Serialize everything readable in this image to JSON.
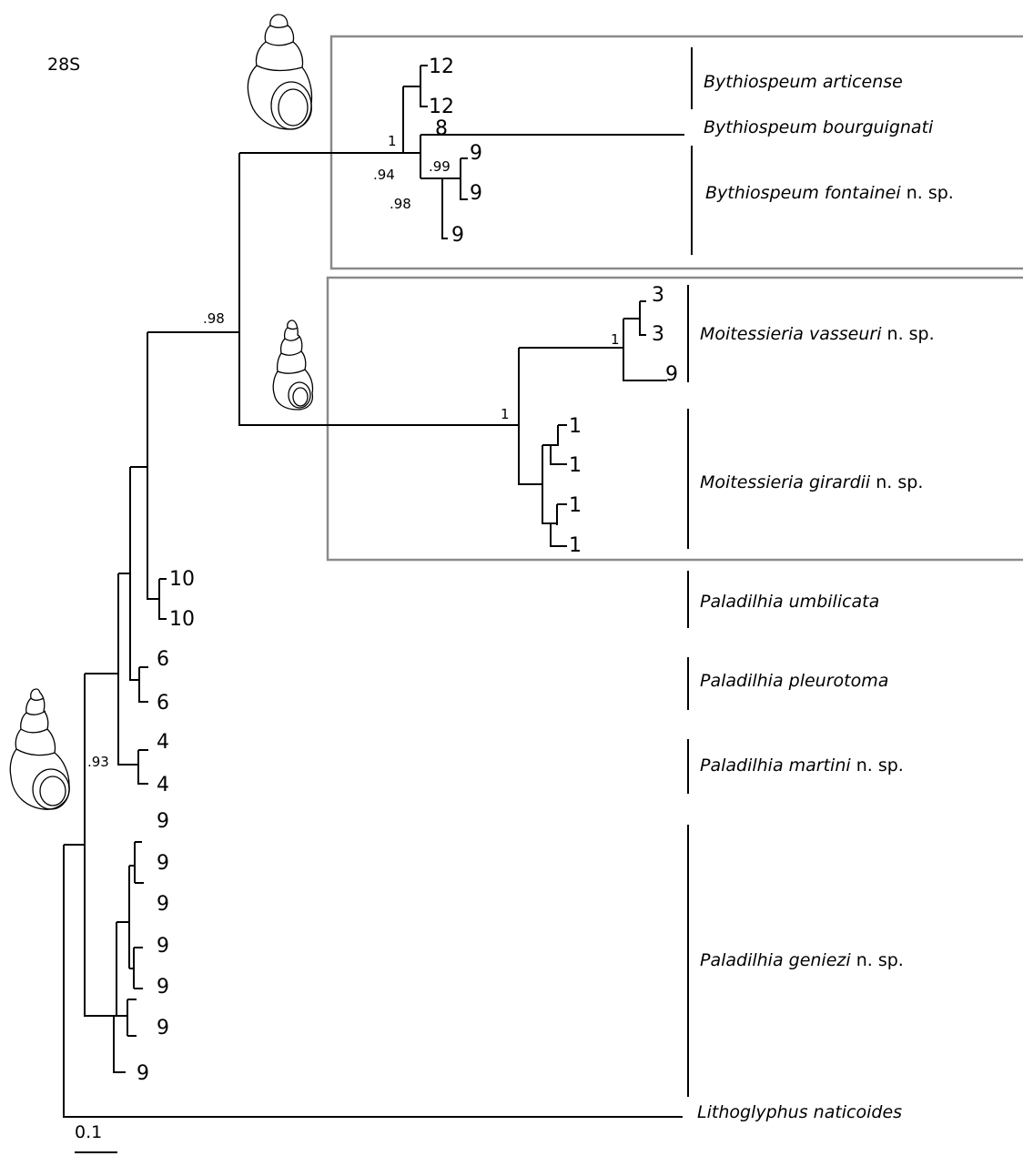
{
  "marker": "28S",
  "scale_label": "0.1",
  "tips": {
    "t1": "12",
    "t2": "12",
    "t3": "8",
    "t4": "9",
    "t5": "9",
    "t6": "9",
    "t7": "3",
    "t8": "3",
    "t9": "9",
    "t10": "1",
    "t11": "1",
    "t12": "1",
    "t13": "1",
    "t14": "10",
    "t15": "10",
    "t16": "6",
    "t17": "6",
    "t18": "4",
    "t19": "4",
    "t20": "9",
    "t21": "9",
    "t22": "9",
    "t23": "9",
    "t24": "9",
    "t25": "9",
    "t26": "9"
  },
  "supports": {
    "bythiospeum_node": "1",
    "bourguignati_fontainei_node": ".94",
    "fontainei_node": ".98",
    "fontainei_inner_node": ".99",
    "bythiospeum_moitessieria_node": ".98",
    "moitessieria_node": "1",
    "vasseuri_node": "1",
    "paladilhia_node": ".93"
  },
  "species": [
    {
      "genus_epithet": "Bythiospeum articense",
      "suffix": ""
    },
    {
      "genus_epithet": "Bythiospeum bourguignati",
      "suffix": ""
    },
    {
      "genus_epithet": "Bythiospeum fontainei",
      "suffix": " n. sp."
    },
    {
      "genus_epithet": "Moitessieria vasseuri",
      "suffix": " n. sp."
    },
    {
      "genus_epithet": "Moitessieria girardii",
      "suffix": " n. sp."
    },
    {
      "genus_epithet": "Paladilhia umbilicata",
      "suffix": ""
    },
    {
      "genus_epithet": "Paladilhia pleurotoma",
      "suffix": ""
    },
    {
      "genus_epithet": "Paladilhia martini",
      "suffix": " n. sp."
    },
    {
      "genus_epithet": "Paladilhia geniezi",
      "suffix": " n. sp."
    },
    {
      "genus_epithet": "Lithoglyphus naticoides",
      "suffix": ""
    }
  ],
  "shell_icons": [
    "bythiospeum-shell-icon",
    "moitessieria-shell-icon",
    "paladilhia-shell-icon"
  ]
}
